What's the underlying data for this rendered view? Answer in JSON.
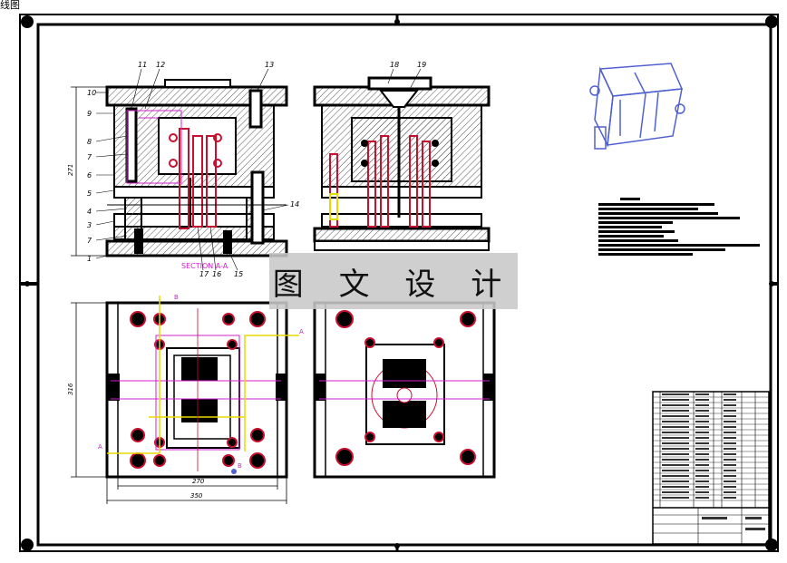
{
  "page": {
    "title": "线图"
  },
  "watermark": {
    "text": "图 文 设 计"
  },
  "section_label": "SECTION A-A",
  "part_numbers": {
    "left_top": [
      "11",
      "12",
      "13"
    ],
    "left_side": [
      "10",
      "9",
      "8",
      "7",
      "6",
      "5",
      "4",
      "3",
      "7",
      "1"
    ],
    "right_side": [
      "14"
    ],
    "bottom": [
      "17",
      "16",
      "15"
    ],
    "right_view_top": [
      "18",
      "19"
    ]
  },
  "dimensions": {
    "left_height": "271",
    "plan_height": "316",
    "plan_inner_width": "270",
    "plan_outer_width": "350"
  },
  "section_marks": [
    "B",
    "A",
    "A",
    "B"
  ],
  "colors": {
    "line": "#000000",
    "hatch": "#555555",
    "red": "#c8102e",
    "magenta": "#d020d0",
    "yellow": "#e8d800",
    "blue_part": "#5060d0"
  }
}
